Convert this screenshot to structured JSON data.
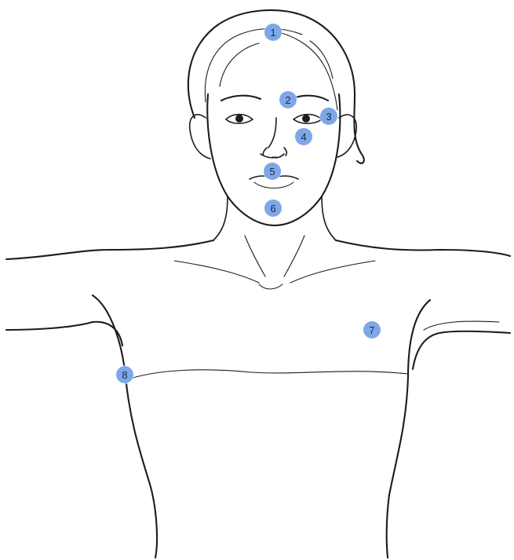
{
  "colors": {
    "marker_fill": "#7ea7e8",
    "marker_text": "#1a2a4a",
    "line": "#1c1c1c",
    "background": "#ffffff"
  },
  "markers": [
    {
      "label": "1"
    },
    {
      "label": "2"
    },
    {
      "label": "3"
    },
    {
      "label": "4"
    },
    {
      "label": "5"
    },
    {
      "label": "6"
    },
    {
      "label": "7"
    },
    {
      "label": "8"
    }
  ]
}
